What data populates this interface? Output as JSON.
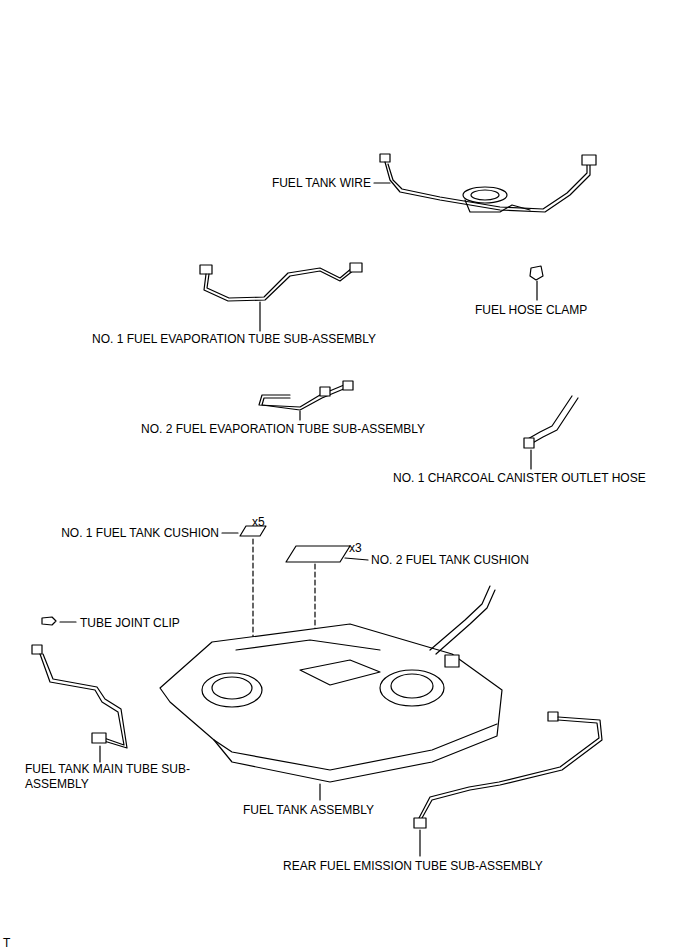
{
  "diagram": {
    "labels": [
      "FUEL TANK WIRE",
      "FUEL HOSE CLAMP",
      "NO. 1 FUEL EVAPORATION TUBE SUB-ASSEMBLY",
      "NO. 2 FUEL EVAPORATION TUBE SUB-ASSEMBLY",
      "NO. 1 CHARCOAL CANISTER OUTLET HOSE",
      "NO. 1 FUEL TANK CUSHION",
      "x5",
      "x3",
      "NO. 2 FUEL TANK CUSHION",
      "TUBE JOINT CLIP",
      "FUEL TANK MAIN TUBE SUB-ASSEMBLY",
      "FUEL TANK ASSEMBLY",
      "REAR FUEL EMISSION TUBE SUB-ASSEMBLY",
      "T"
    ]
  }
}
